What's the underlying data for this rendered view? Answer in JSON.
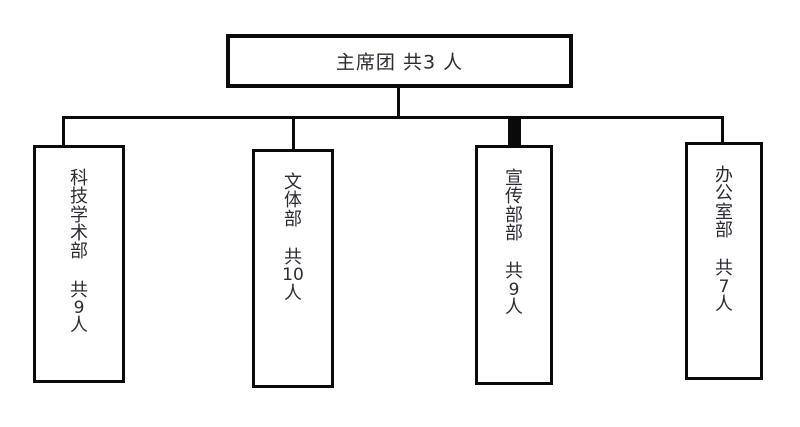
{
  "diagram": {
    "type": "organization-chart",
    "title_text": "主席团 共3 人",
    "colors": {
      "box_border": "#0a0a0a",
      "text": "#2b2b33",
      "background": "#ffffff",
      "connector": "#0a0a0a"
    },
    "root": {
      "name": "主席团",
      "count_label": "共3 人",
      "full_label": "主席团 共3 人",
      "members": 3
    },
    "children": [
      {
        "name": "科技学术部",
        "chars": [
          "科",
          "技",
          "学",
          "术",
          "部"
        ],
        "count_prefix": "共",
        "count_number": "9",
        "count_suffix": "人",
        "count_label": "共 9 人",
        "members": 9,
        "connector": "thin"
      },
      {
        "name": "文体部",
        "chars": [
          "文",
          "体",
          "部"
        ],
        "count_prefix": "共",
        "count_number": "10",
        "count_suffix": "人",
        "count_label": "共 10 人",
        "members": 10,
        "connector": "thin"
      },
      {
        "name": "宣传部部",
        "chars": [
          "宣",
          "传",
          "部",
          "部"
        ],
        "count_prefix": "共",
        "count_number": "9",
        "count_suffix": "人",
        "count_label": "共 9 人",
        "members": 9,
        "connector": "thick"
      },
      {
        "name": "办公室部",
        "chars": [
          "办",
          "公",
          "室",
          "部"
        ],
        "count_prefix": "共",
        "count_number": "7",
        "count_suffix": "人",
        "count_label": "共 7 人",
        "members": 7,
        "connector": "thin"
      }
    ]
  }
}
